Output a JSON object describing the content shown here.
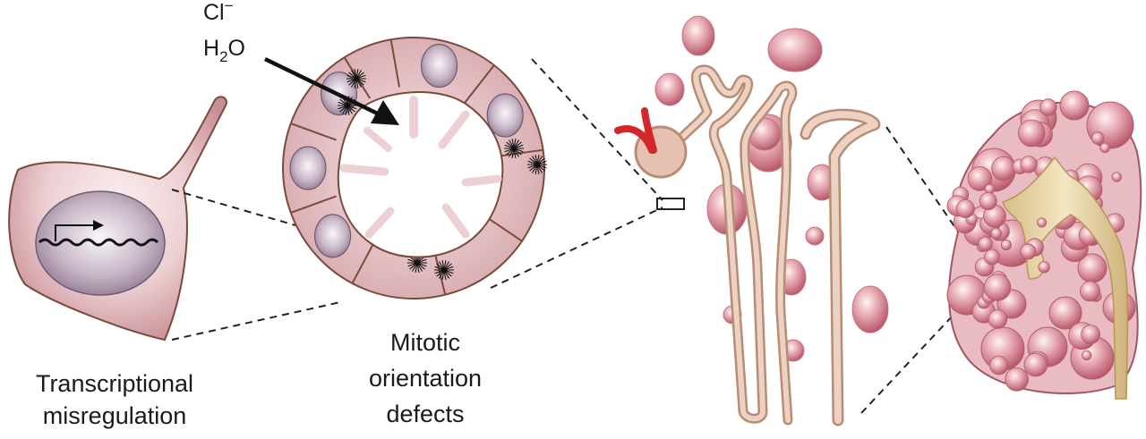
{
  "labels": {
    "transcriptional": [
      "Transcriptional",
      "misregulation"
    ],
    "mitotic": [
      "Mitotic",
      "orientation",
      "defects"
    ],
    "chloride": "Cl",
    "chloride_charge": "−",
    "water_h": "H",
    "water_sub": "2",
    "water_o": "O"
  },
  "colors": {
    "cell_fill": "#e8c4c6",
    "cell_stroke": "#7a4a3a",
    "nucleus": "#b7a4b4",
    "cyst": "#d98f9c",
    "tubule": "#e9c9b6",
    "tubule_stroke": "#b88d74",
    "vessel": "#d3272a",
    "ureter": "#e7d3a4",
    "dark": "#1a1a1a"
  }
}
